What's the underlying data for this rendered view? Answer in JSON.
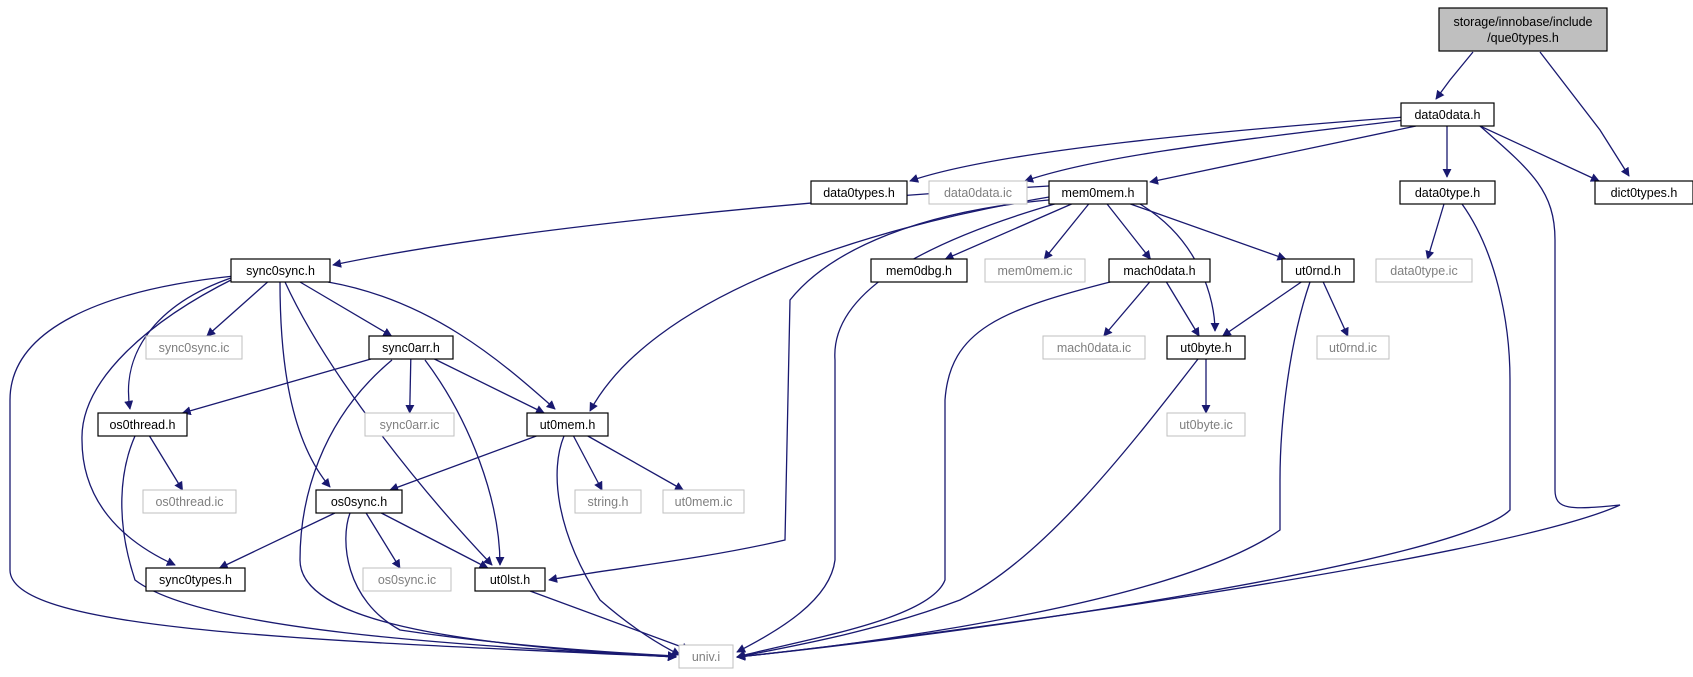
{
  "diagram": {
    "type": "include-dependency-graph",
    "colors": {
      "edge": "#191970",
      "root_fill": "#bfbfbf",
      "documented_border": "#000000",
      "undocumented_border": "#bfbfbf",
      "undocumented_text": "#7f7f7f"
    },
    "nodes": [
      {
        "id": "que0types",
        "label": "storage/innobase/include\n/que0types.h",
        "kind": "root"
      },
      {
        "id": "data0data_h",
        "label": "data0data.h",
        "kind": "documented"
      },
      {
        "id": "data0types_h",
        "label": "data0types.h",
        "kind": "documented"
      },
      {
        "id": "data0data_ic",
        "label": "data0data.ic",
        "kind": "undocumented"
      },
      {
        "id": "mem0mem_h",
        "label": "mem0mem.h",
        "kind": "documented"
      },
      {
        "id": "data0type_h",
        "label": "data0type.h",
        "kind": "documented"
      },
      {
        "id": "dict0types_h",
        "label": "dict0types.h",
        "kind": "documented"
      },
      {
        "id": "sync0sync_h",
        "label": "sync0sync.h",
        "kind": "documented"
      },
      {
        "id": "mem0dbg_h",
        "label": "mem0dbg.h",
        "kind": "documented"
      },
      {
        "id": "mem0mem_ic",
        "label": "mem0mem.ic",
        "kind": "undocumented"
      },
      {
        "id": "mach0data_h",
        "label": "mach0data.h",
        "kind": "documented"
      },
      {
        "id": "ut0rnd_h",
        "label": "ut0rnd.h",
        "kind": "documented"
      },
      {
        "id": "data0type_ic",
        "label": "data0type.ic",
        "kind": "undocumented"
      },
      {
        "id": "sync0sync_ic",
        "label": "sync0sync.ic",
        "kind": "undocumented"
      },
      {
        "id": "sync0arr_h",
        "label": "sync0arr.h",
        "kind": "documented"
      },
      {
        "id": "mach0data_ic",
        "label": "mach0data.ic",
        "kind": "undocumented"
      },
      {
        "id": "ut0byte_h",
        "label": "ut0byte.h",
        "kind": "documented"
      },
      {
        "id": "ut0rnd_ic",
        "label": "ut0rnd.ic",
        "kind": "undocumented"
      },
      {
        "id": "os0thread_h",
        "label": "os0thread.h",
        "kind": "documented"
      },
      {
        "id": "sync0arr_ic",
        "label": "sync0arr.ic",
        "kind": "undocumented"
      },
      {
        "id": "ut0mem_h",
        "label": "ut0mem.h",
        "kind": "documented"
      },
      {
        "id": "ut0byte_ic",
        "label": "ut0byte.ic",
        "kind": "undocumented"
      },
      {
        "id": "os0thread_ic",
        "label": "os0thread.ic",
        "kind": "undocumented"
      },
      {
        "id": "string_h",
        "label": "string.h",
        "kind": "undocumented"
      },
      {
        "id": "ut0mem_ic",
        "label": "ut0mem.ic",
        "kind": "undocumented"
      },
      {
        "id": "os0sync_h",
        "label": "os0sync.h",
        "kind": "documented"
      },
      {
        "id": "os0sync_ic",
        "label": "os0sync.ic",
        "kind": "undocumented"
      },
      {
        "id": "sync0types_h",
        "label": "sync0types.h",
        "kind": "documented"
      },
      {
        "id": "ut0lst_h",
        "label": "ut0lst.h",
        "kind": "documented"
      },
      {
        "id": "univ_i",
        "label": "univ.i",
        "kind": "undocumented"
      }
    ],
    "edges": [
      {
        "from": "que0types",
        "to": "data0data_h"
      },
      {
        "from": "que0types",
        "to": "dict0types_h"
      },
      {
        "from": "data0data_h",
        "to": "data0types_h"
      },
      {
        "from": "data0data_h",
        "to": "data0data_ic"
      },
      {
        "from": "data0data_h",
        "to": "mem0mem_h"
      },
      {
        "from": "data0data_h",
        "to": "data0type_h"
      },
      {
        "from": "data0data_h",
        "to": "dict0types_h"
      },
      {
        "from": "data0data_h",
        "to": "univ_i"
      },
      {
        "from": "mem0mem_h",
        "to": "sync0sync_h"
      },
      {
        "from": "mem0mem_h",
        "to": "mem0dbg_h"
      },
      {
        "from": "mem0mem_h",
        "to": "mem0mem_ic"
      },
      {
        "from": "mem0mem_h",
        "to": "mach0data_h"
      },
      {
        "from": "mem0mem_h",
        "to": "ut0rnd_h"
      },
      {
        "from": "mem0mem_h",
        "to": "ut0byte_h"
      },
      {
        "from": "mem0mem_h",
        "to": "ut0mem_h"
      },
      {
        "from": "mem0mem_h",
        "to": "ut0lst_h"
      },
      {
        "from": "mem0mem_h",
        "to": "univ_i"
      },
      {
        "from": "data0type_h",
        "to": "data0type_ic"
      },
      {
        "from": "data0type_h",
        "to": "univ_i"
      },
      {
        "from": "sync0sync_h",
        "to": "sync0sync_ic"
      },
      {
        "from": "sync0sync_h",
        "to": "sync0arr_h"
      },
      {
        "from": "sync0sync_h",
        "to": "os0thread_h"
      },
      {
        "from": "sync0sync_h",
        "to": "ut0mem_h"
      },
      {
        "from": "sync0sync_h",
        "to": "os0sync_h"
      },
      {
        "from": "sync0sync_h",
        "to": "ut0lst_h"
      },
      {
        "from": "sync0sync_h",
        "to": "sync0types_h"
      },
      {
        "from": "sync0sync_h",
        "to": "univ_i"
      },
      {
        "from": "mach0data_h",
        "to": "mach0data_ic"
      },
      {
        "from": "mach0data_h",
        "to": "ut0byte_h"
      },
      {
        "from": "mach0data_h",
        "to": "univ_i"
      },
      {
        "from": "ut0rnd_h",
        "to": "ut0byte_h"
      },
      {
        "from": "ut0rnd_h",
        "to": "ut0rnd_ic"
      },
      {
        "from": "ut0rnd_h",
        "to": "univ_i"
      },
      {
        "from": "ut0byte_h",
        "to": "ut0byte_ic"
      },
      {
        "from": "ut0byte_h",
        "to": "univ_i"
      },
      {
        "from": "sync0arr_h",
        "to": "os0thread_h"
      },
      {
        "from": "sync0arr_h",
        "to": "sync0arr_ic"
      },
      {
        "from": "sync0arr_h",
        "to": "ut0mem_h"
      },
      {
        "from": "sync0arr_h",
        "to": "ut0lst_h"
      },
      {
        "from": "sync0arr_h",
        "to": "univ_i"
      },
      {
        "from": "os0thread_h",
        "to": "os0thread_ic"
      },
      {
        "from": "os0thread_h",
        "to": "univ_i"
      },
      {
        "from": "ut0mem_h",
        "to": "string_h"
      },
      {
        "from": "ut0mem_h",
        "to": "ut0mem_ic"
      },
      {
        "from": "ut0mem_h",
        "to": "os0sync_h"
      },
      {
        "from": "ut0mem_h",
        "to": "univ_i"
      },
      {
        "from": "os0sync_h",
        "to": "os0sync_ic"
      },
      {
        "from": "os0sync_h",
        "to": "sync0types_h"
      },
      {
        "from": "os0sync_h",
        "to": "ut0lst_h"
      },
      {
        "from": "os0sync_h",
        "to": "univ_i"
      },
      {
        "from": "ut0lst_h",
        "to": "univ_i"
      }
    ]
  }
}
